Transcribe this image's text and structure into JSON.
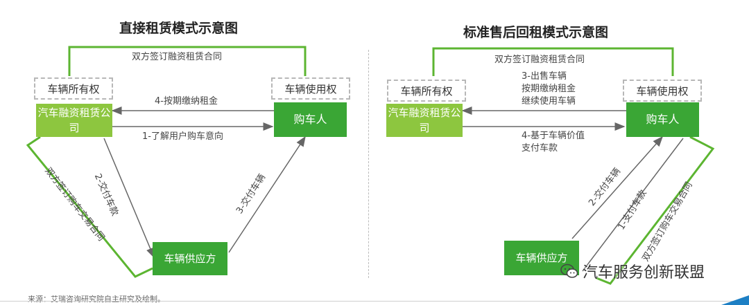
{
  "left": {
    "title": "直接租赁模式示意图",
    "contract_top": "双方签订融资租赁合同",
    "ownership_label": "车辆所有权",
    "usage_label": "车辆使用权",
    "finance_company": "汽车融资租赁公司",
    "buyer": "购车人",
    "supplier": "车辆供应方",
    "arrow_4": "4-按期缴纳租金",
    "arrow_1": "1-了解用户购车意向",
    "arrow_2": "2-交付车款",
    "arrow_3": "3-交付车辆",
    "contract_side": "双方签订购车交易合同"
  },
  "right": {
    "title": "标准售后回租模式示意图",
    "contract_top": "双方签订融资租赁合同",
    "ownership_label": "车辆所有权",
    "usage_label": "车辆使用权",
    "finance_company": "汽车融资租赁公司",
    "buyer": "购车人",
    "supplier": "车辆供应方",
    "arrow_3_lines": [
      "3-出售车辆",
      "按期缴纳租金",
      "继续使用车辆"
    ],
    "arrow_4_lines": [
      "4-基于车辆价值",
      "支付车款"
    ],
    "arrow_2": "2-交付车辆",
    "arrow_1": "1-支付车款",
    "contract_side": "双方签订购车交易合同"
  },
  "source": "来源：艾瑞咨询研究院自主研究及绘制。",
  "watermark": "汽车服务创新联盟",
  "colors": {
    "light_green": "#8dc63f",
    "dark_green": "#3aa635",
    "line_green": "#5cb531",
    "arrow_gray": "#666666"
  }
}
